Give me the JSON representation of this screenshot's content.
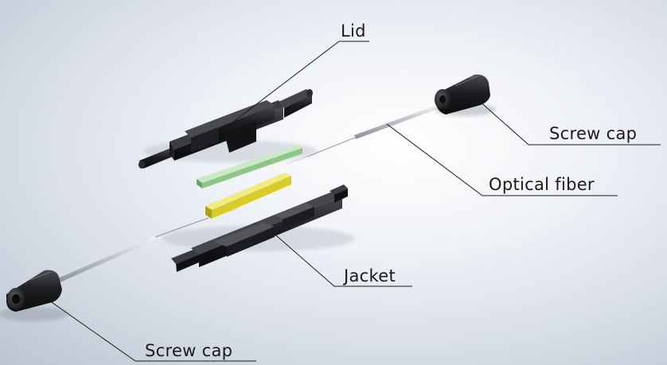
{
  "labels": {
    "lid": "Lid",
    "screw_cap_right": "Screw cap",
    "optical_fiber": "Optical fiber",
    "jacket": "Jacket",
    "screw_cap_left": "Screw cap"
  },
  "colors": {
    "background": "#e4e8ef",
    "plastic_black": "#1c1c1e",
    "fiber_grey": "#c8ccd2",
    "green_strip": "#a6d6a2",
    "yellow_strip": "#e3dc4a",
    "leader_line": "#1a1a1a"
  }
}
